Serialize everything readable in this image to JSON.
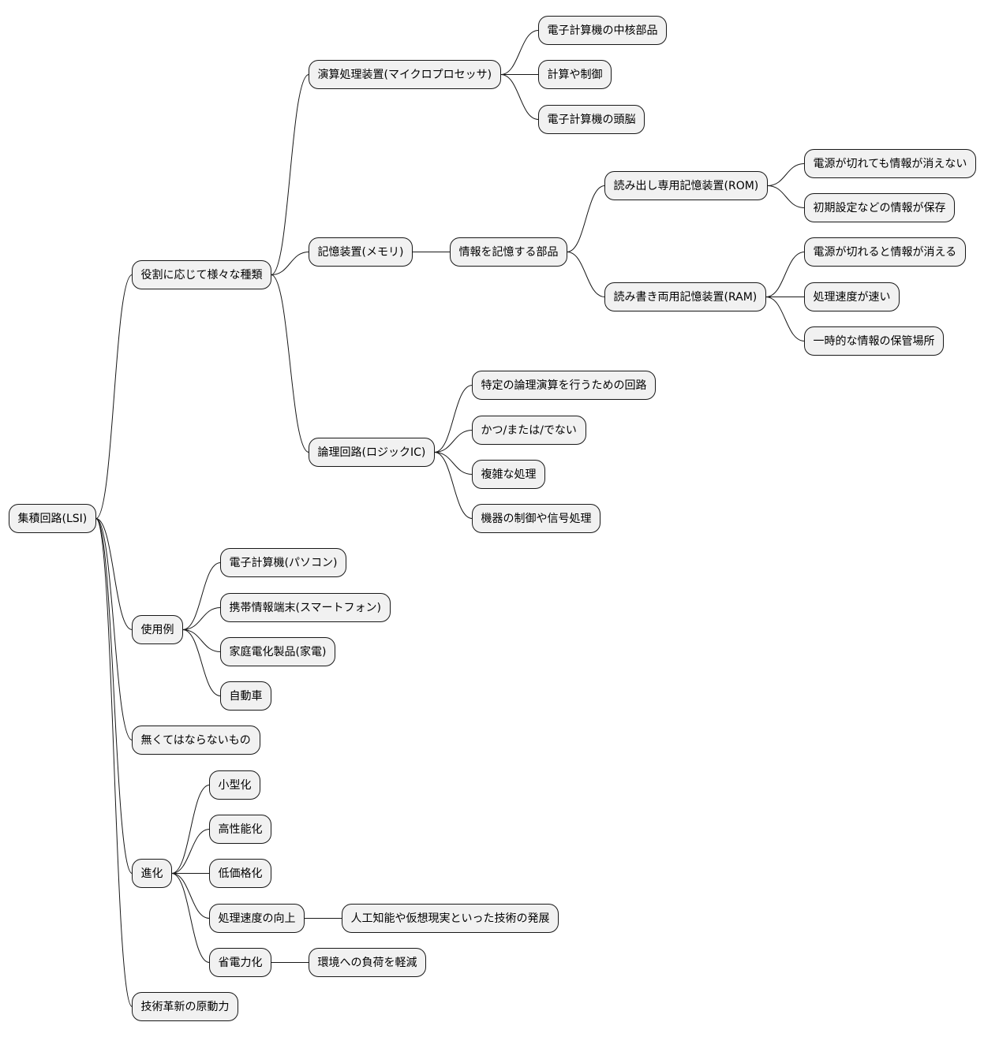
{
  "mindmap": {
    "root": {
      "id": "lsi",
      "label": "集積回路(LSI)",
      "children": [
        {
          "id": "types",
          "label": "役割に応じて様々な種類",
          "children": [
            {
              "id": "cpu",
              "label": "演算処理装置(マイクロプロセッサ)",
              "children": [
                {
                  "id": "cpu-core",
                  "label": "電子計算機の中核部品"
                },
                {
                  "id": "cpu-calc",
                  "label": "計算や制御"
                },
                {
                  "id": "cpu-brain",
                  "label": "電子計算機の頭脳"
                }
              ]
            },
            {
              "id": "memory",
              "label": "記憶装置(メモリ)",
              "children": [
                {
                  "id": "mem-part",
                  "label": "情報を記憶する部品",
                  "children": [
                    {
                      "id": "rom",
                      "label": "読み出し専用記憶装置(ROM)",
                      "children": [
                        {
                          "id": "rom-1",
                          "label": "電源が切れても情報が消えない"
                        },
                        {
                          "id": "rom-2",
                          "label": "初期設定などの情報が保存"
                        }
                      ]
                    },
                    {
                      "id": "ram",
                      "label": "読み書き両用記憶装置(RAM)",
                      "children": [
                        {
                          "id": "ram-1",
                          "label": "電源が切れると情報が消える"
                        },
                        {
                          "id": "ram-2",
                          "label": "処理速度が速い"
                        },
                        {
                          "id": "ram-3",
                          "label": "一時的な情報の保管場所"
                        }
                      ]
                    }
                  ]
                }
              ]
            },
            {
              "id": "logic",
              "label": "論理回路(ロジックIC)",
              "children": [
                {
                  "id": "logic-1",
                  "label": "特定の論理演算を行うための回路"
                },
                {
                  "id": "logic-2",
                  "label": "かつ/または/でない"
                },
                {
                  "id": "logic-3",
                  "label": "複雑な処理"
                },
                {
                  "id": "logic-4",
                  "label": "機器の制御や信号処理"
                }
              ]
            }
          ]
        },
        {
          "id": "examples",
          "label": "使用例",
          "children": [
            {
              "id": "ex-pc",
              "label": "電子計算機(パソコン)"
            },
            {
              "id": "ex-phone",
              "label": "携帯情報端末(スマートフォン)"
            },
            {
              "id": "ex-home",
              "label": "家庭電化製品(家電)"
            },
            {
              "id": "ex-car",
              "label": "自動車"
            }
          ]
        },
        {
          "id": "essential",
          "label": "無くてはならないもの"
        },
        {
          "id": "evolution",
          "label": "進化",
          "children": [
            {
              "id": "evo-small",
              "label": "小型化"
            },
            {
              "id": "evo-perf",
              "label": "高性能化"
            },
            {
              "id": "evo-cost",
              "label": "低価格化"
            },
            {
              "id": "evo-speed",
              "label": "処理速度の向上",
              "children": [
                {
                  "id": "evo-ai",
                  "label": "人工知能や仮想現実といった技術の発展"
                }
              ]
            },
            {
              "id": "evo-power",
              "label": "省電力化",
              "children": [
                {
                  "id": "evo-env",
                  "label": "環境への負荷を軽減"
                }
              ]
            }
          ]
        },
        {
          "id": "innovation",
          "label": "技術革新の原動力"
        }
      ]
    }
  }
}
